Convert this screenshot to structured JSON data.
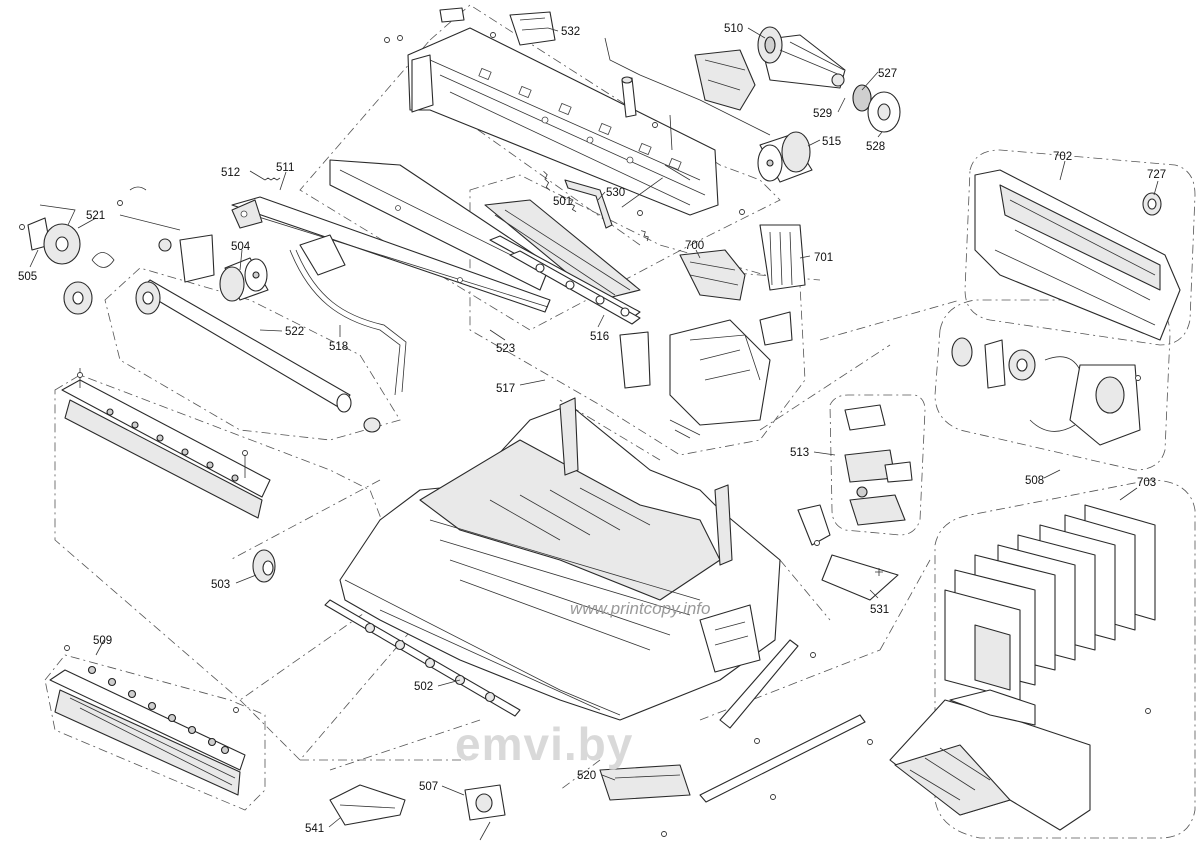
{
  "diagram": {
    "type": "exploded-parts-diagram",
    "watermarks": {
      "primary": "www.printcopy.info",
      "secondary": "emvi.by"
    },
    "callouts": [
      {
        "id": "c532",
        "label": "532"
      },
      {
        "id": "c510",
        "label": "510"
      },
      {
        "id": "c527",
        "label": "527"
      },
      {
        "id": "c529",
        "label": "529"
      },
      {
        "id": "c528",
        "label": "528"
      },
      {
        "id": "c515",
        "label": "515"
      },
      {
        "id": "c512",
        "label": "512"
      },
      {
        "id": "c511",
        "label": "511"
      },
      {
        "id": "c530",
        "label": "530"
      },
      {
        "id": "c501",
        "label": "501"
      },
      {
        "id": "c700",
        "label": "700"
      },
      {
        "id": "c701",
        "label": "701"
      },
      {
        "id": "c702",
        "label": "702"
      },
      {
        "id": "c727",
        "label": "727"
      },
      {
        "id": "c521",
        "label": "521"
      },
      {
        "id": "c504",
        "label": "504"
      },
      {
        "id": "c505",
        "label": "505"
      },
      {
        "id": "c522",
        "label": "522"
      },
      {
        "id": "c518",
        "label": "518"
      },
      {
        "id": "c523",
        "label": "523"
      },
      {
        "id": "c516",
        "label": "516"
      },
      {
        "id": "c517",
        "label": "517"
      },
      {
        "id": "c513",
        "label": "513"
      },
      {
        "id": "c508",
        "label": "508"
      },
      {
        "id": "c703",
        "label": "703"
      },
      {
        "id": "c503",
        "label": "503"
      },
      {
        "id": "c531",
        "label": "531"
      },
      {
        "id": "c509",
        "label": "509"
      },
      {
        "id": "c502",
        "label": "502"
      },
      {
        "id": "c507",
        "label": "507"
      },
      {
        "id": "c520",
        "label": "520"
      },
      {
        "id": "c541",
        "label": "541"
      }
    ]
  }
}
